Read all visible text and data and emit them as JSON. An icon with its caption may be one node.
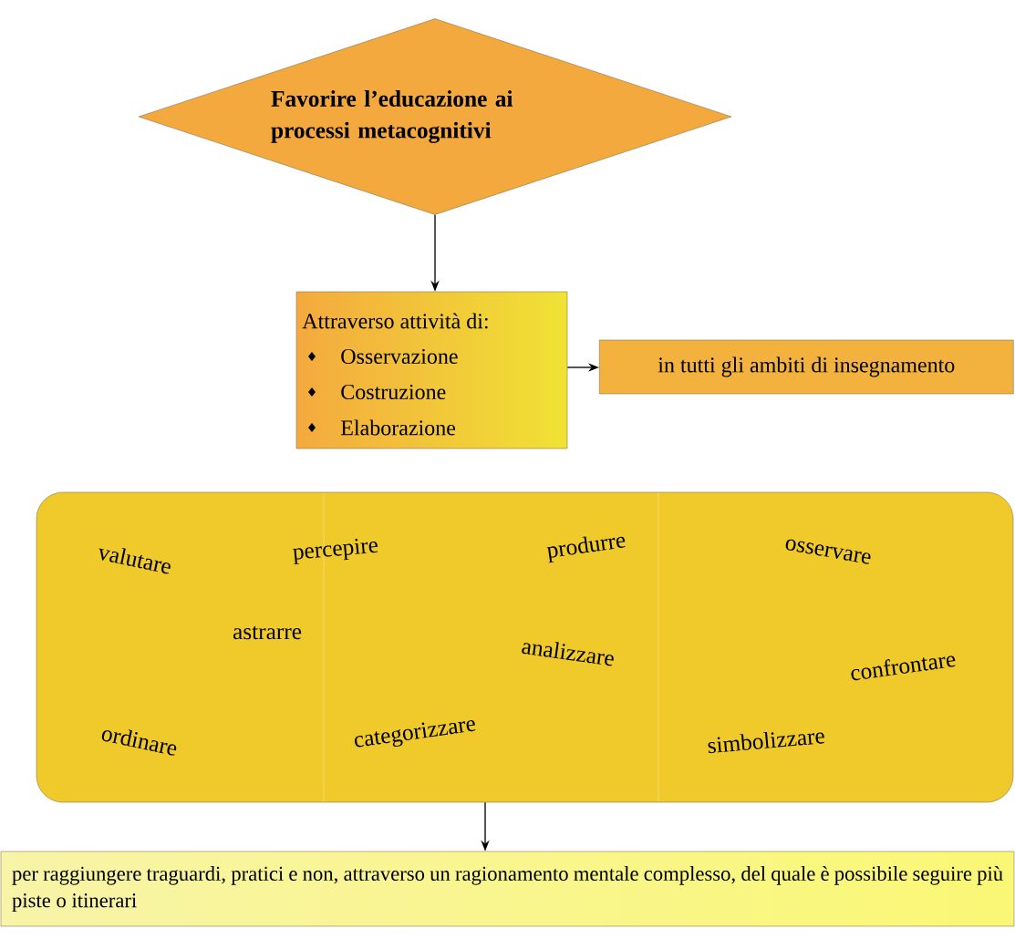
{
  "diagram": {
    "nodes": [
      {
        "text": [
          "Favorire l’educazione ai processi metacognitivi"
        ]
      },
      {
        "text": [
          "Attraverso attività di:",
          "Osservazione",
          "Costruzione",
          "Elaborazione"
        ]
      },
      {
        "text": [
          "in tutti gli ambiti di insegnamento"
        ]
      },
      {
        "text": [
          "valutare",
          "percepire",
          "produrre",
          "osservare",
          "astrarre",
          "analizzare",
          "confrontare",
          "ordinare",
          "categorizzare",
          "simbolizzare"
        ]
      },
      {
        "text": [
          "per raggiungere traguardi, pratici e non, attraverso un ragionamento mentale complesso, del quale è possibile seguire più piste o itinerari"
        ]
      }
    ],
    "edges": [
      {
        "from": 0,
        "to": 1,
        "arrow": "to"
      },
      {
        "from": 1,
        "to": 2,
        "arrow": "to"
      },
      {
        "from": 3,
        "to": 4,
        "arrow": "to"
      }
    ]
  }
}
